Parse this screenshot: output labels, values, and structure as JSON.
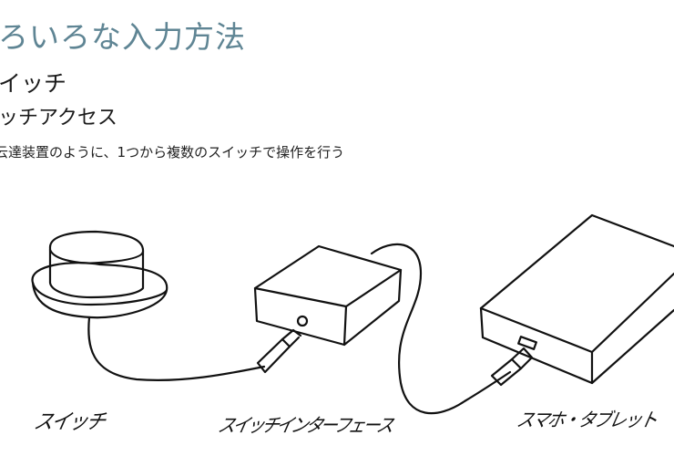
{
  "slide": {
    "title": "ろいろな入力方法",
    "heading": "イッチ",
    "subheading": "ッチアクセス",
    "body": "云達装置のように、1つから複数のスイッチで操作を行う"
  },
  "sketch": {
    "labels": {
      "switch": "スイッチ",
      "interface": "スイッチインターフェース",
      "device": "スマホ・タブレット"
    }
  }
}
